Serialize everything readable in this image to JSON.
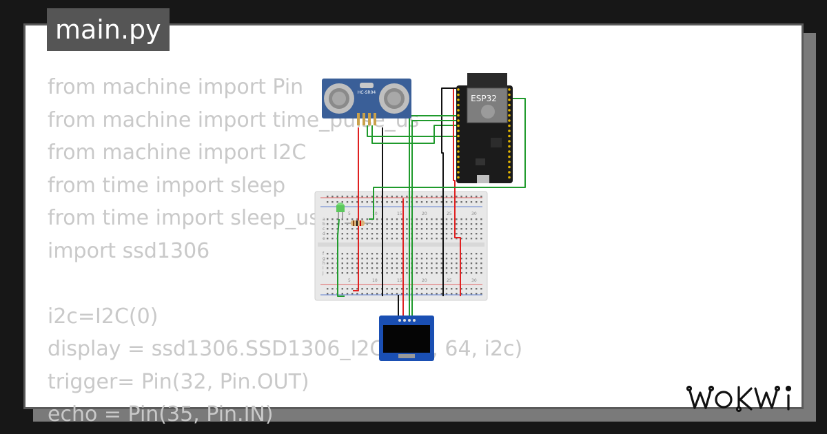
{
  "tab": {
    "filename": "main.py"
  },
  "editor": {
    "lines": [
      "from machine import Pin",
      "from machine import time_pulse_us",
      "from machine import I2C",
      "from time import sleep",
      "from time import sleep_us",
      "import ssd1306",
      "",
      "i2c=I2C(0)",
      "display = ssd1306.SSD1306_I2C(128, 64, i2c)",
      "trigger= Pin(32, Pin.OUT)",
      "echo = Pin(35, Pin.IN)"
    ]
  },
  "circuit": {
    "sensor_label": "HC-SR04",
    "board_label": "ESP32",
    "breadboard_numbers": [
      "5",
      "10",
      "15",
      "20",
      "25",
      "30"
    ],
    "breadboard_rows_top": [
      "a",
      "b",
      "c",
      "d",
      "e"
    ],
    "breadboard_rows_bottom": [
      "f",
      "g",
      "h",
      "i",
      "j"
    ]
  },
  "brand": {
    "logo_text": "WOKWi"
  },
  "colors": {
    "wire_red": "#e02020",
    "wire_green": "#1f9a2c",
    "wire_black": "#111111",
    "sensor_blue": "#3a5f98",
    "board_black": "#1b1b1b",
    "oled_blue": "#1a4fb3"
  }
}
